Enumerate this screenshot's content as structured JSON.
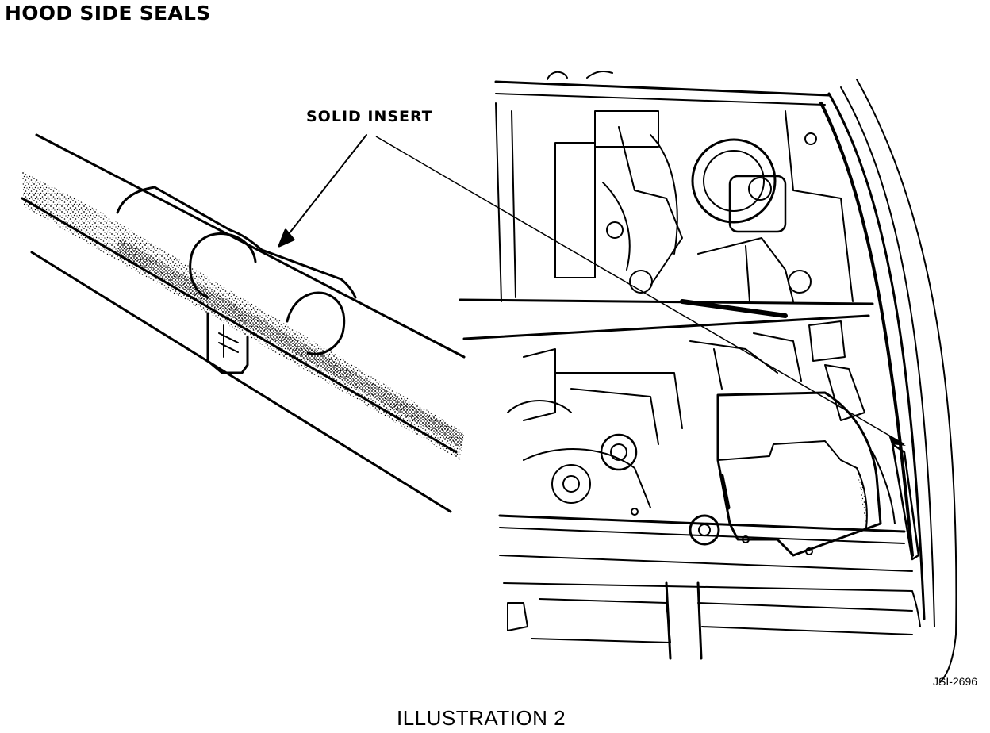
{
  "header": {
    "title": "HOOD SIDE SEALS"
  },
  "callout": {
    "label": "SOLID INSERT"
  },
  "footer": {
    "figure_id": "JSI-2696",
    "caption": "ILLUSTRATION 2"
  }
}
